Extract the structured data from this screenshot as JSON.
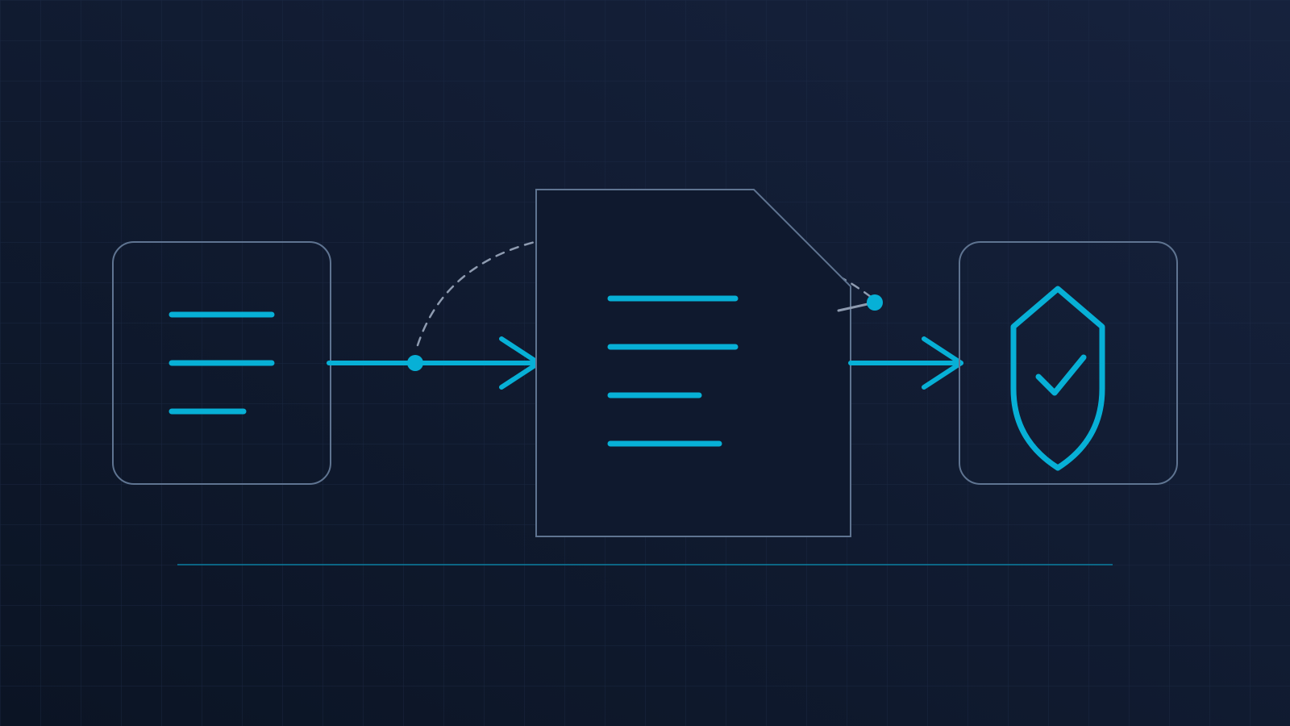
{
  "colors": {
    "background_dark": "#0b1424",
    "background_light": "#16223d",
    "grid_line": "#1e2c48",
    "box_border": "#5f7491",
    "box_fill": "#0f192e",
    "accent": "#07b0d6",
    "dashed_path": "#8e9bb0",
    "divider": "#0b7fa1"
  },
  "icons": {
    "source": "text-lines-icon",
    "document": "document-icon",
    "destination": "shield-check-icon"
  },
  "diagram": {
    "nodes": [
      "source-card",
      "document-card",
      "shield-card"
    ],
    "edges": [
      {
        "from": "source-card",
        "to": "document-card",
        "style": "solid-arrow"
      },
      {
        "from": "document-card",
        "to": "shield-card",
        "style": "solid-arrow"
      },
      {
        "from": "source-card",
        "to": "shield-card",
        "style": "dashed-arc"
      }
    ]
  }
}
